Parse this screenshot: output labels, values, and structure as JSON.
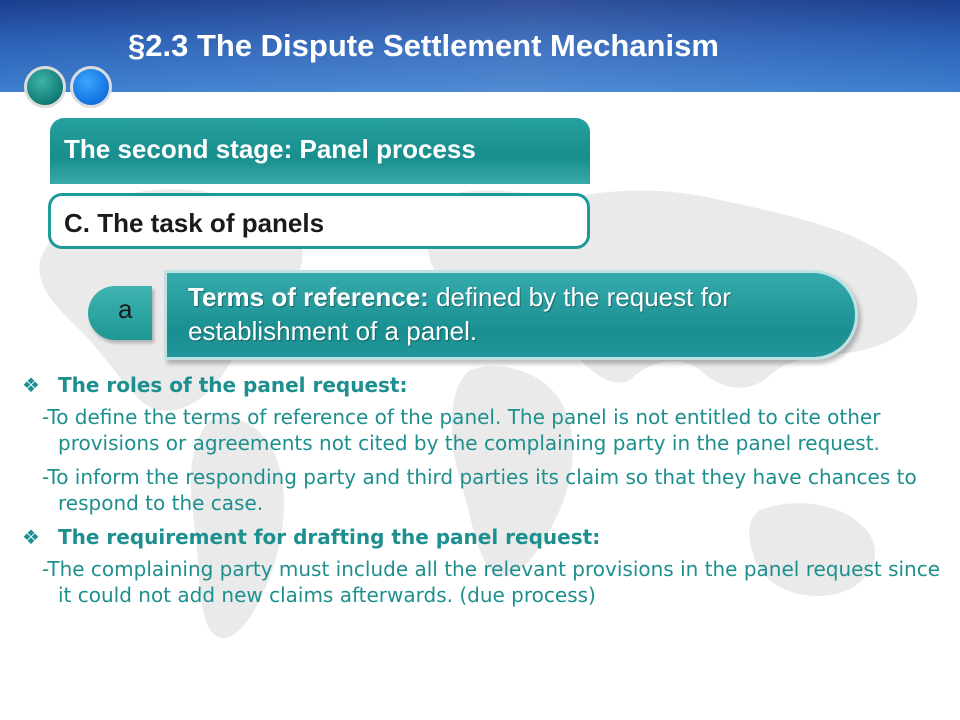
{
  "header": {
    "title": "§2.3 The Dispute Settlement Mechanism"
  },
  "stage": {
    "label": "The second stage: Panel process"
  },
  "task": {
    "label": "C. The task of panels"
  },
  "terms": {
    "badge": "a",
    "bold": "Terms of reference:",
    "rest": " defined by the request for establishment of a panel."
  },
  "sections": [
    {
      "heading": "The roles of the panel request:",
      "paragraphs": [
        "-To define the terms of reference of the panel. The panel is not entitled to cite other provisions or agreements not cited by the complaining party in the panel request.",
        "-To inform the responding party and third parties its claim so that they have chances to respond to the case."
      ]
    },
    {
      "heading": "The requirement for drafting the panel request:",
      "paragraphs": [
        "-The complaining party must include all the relevant provisions in the panel request since it could not add new claims afterwards. (due process)"
      ]
    }
  ],
  "colors": {
    "header_blue": "#2b61b6",
    "teal": "#1e9895",
    "body_text": "#1e8f8f"
  },
  "icons": {
    "bullet": "diamond-bullet-icon"
  }
}
